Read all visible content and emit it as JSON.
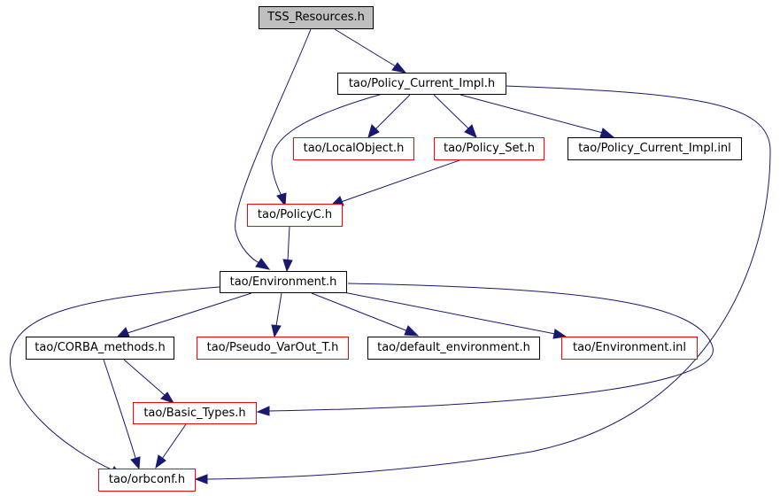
{
  "colors": {
    "edge": "#191970",
    "root_fill": "#bfbfbf",
    "highlighted_border": "#ff0000",
    "normal_border": "#000000"
  },
  "nodes": {
    "tss_resources": {
      "label": "TSS_Resources.h"
    },
    "policy_current_impl": {
      "label": "tao/Policy_Current_Impl.h"
    },
    "local_object": {
      "label": "tao/LocalObject.h"
    },
    "policy_set": {
      "label": "tao/Policy_Set.h"
    },
    "policy_current_impl_inl": {
      "label": "tao/Policy_Current_Impl.inl"
    },
    "policy_c": {
      "label": "tao/PolicyC.h"
    },
    "environment": {
      "label": "tao/Environment.h"
    },
    "corba_methods": {
      "label": "tao/CORBA_methods.h"
    },
    "pseudo_varout": {
      "label": "tao/Pseudo_VarOut_T.h"
    },
    "default_environment": {
      "label": "tao/default_environment.h"
    },
    "environment_inl": {
      "label": "tao/Environment.inl"
    },
    "basic_types": {
      "label": "tao/Basic_Types.h"
    },
    "orbconf": {
      "label": "tao/orbconf.h"
    }
  }
}
